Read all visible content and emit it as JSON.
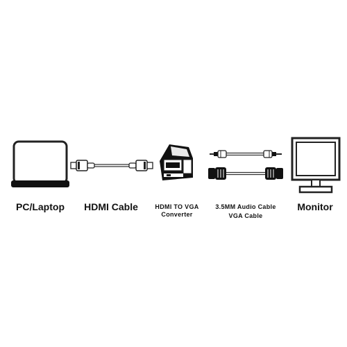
{
  "labels": {
    "pc_laptop": "PC/Laptop",
    "hdmi_cable": "HDMI Cable",
    "converter_line1": "HDMI TO VGA",
    "converter_line2": "Converter",
    "audio_cable": "3.5MM Audio Cable",
    "vga_cable": "VGA Cable",
    "monitor": "Monitor"
  },
  "icons": [
    "laptop-icon",
    "hdmi-cable-icon",
    "hdmi-to-vga-converter-icon",
    "audio-cable-icon",
    "vga-cable-icon",
    "monitor-icon"
  ],
  "colors": {
    "stroke": "#222222",
    "fill_dark": "#111111",
    "fill_light": "#ffffff",
    "text": "#111111"
  }
}
